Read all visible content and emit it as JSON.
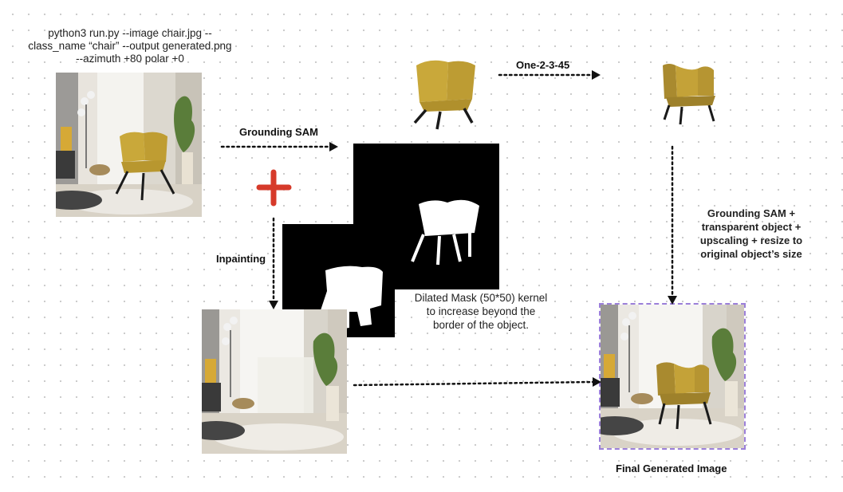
{
  "command": {
    "line1": "python3 run.py --image chair.jpg --",
    "line2": "class_name “chair” --output generated.png",
    "line3": "--azimuth +80 polar +0"
  },
  "labels": {
    "grounding_sam": "Grounding SAM",
    "one_2_3_45": "One-2-3-45",
    "inpainting": "Inpainting",
    "final_generated": "Final Generated Image"
  },
  "notes": {
    "dilated_mask": [
      "Dilated Mask (50*50) kernel",
      "to increase beyond the",
      "border of the object."
    ],
    "grounding_steps": [
      "Grounding SAM +",
      "transparent object +",
      "upscaling + resize to",
      "original object’s size"
    ]
  },
  "colors": {
    "chair_yellow": "#c9a83a",
    "plus_red": "#d63a2a",
    "final_border": "#9b7fd9"
  }
}
